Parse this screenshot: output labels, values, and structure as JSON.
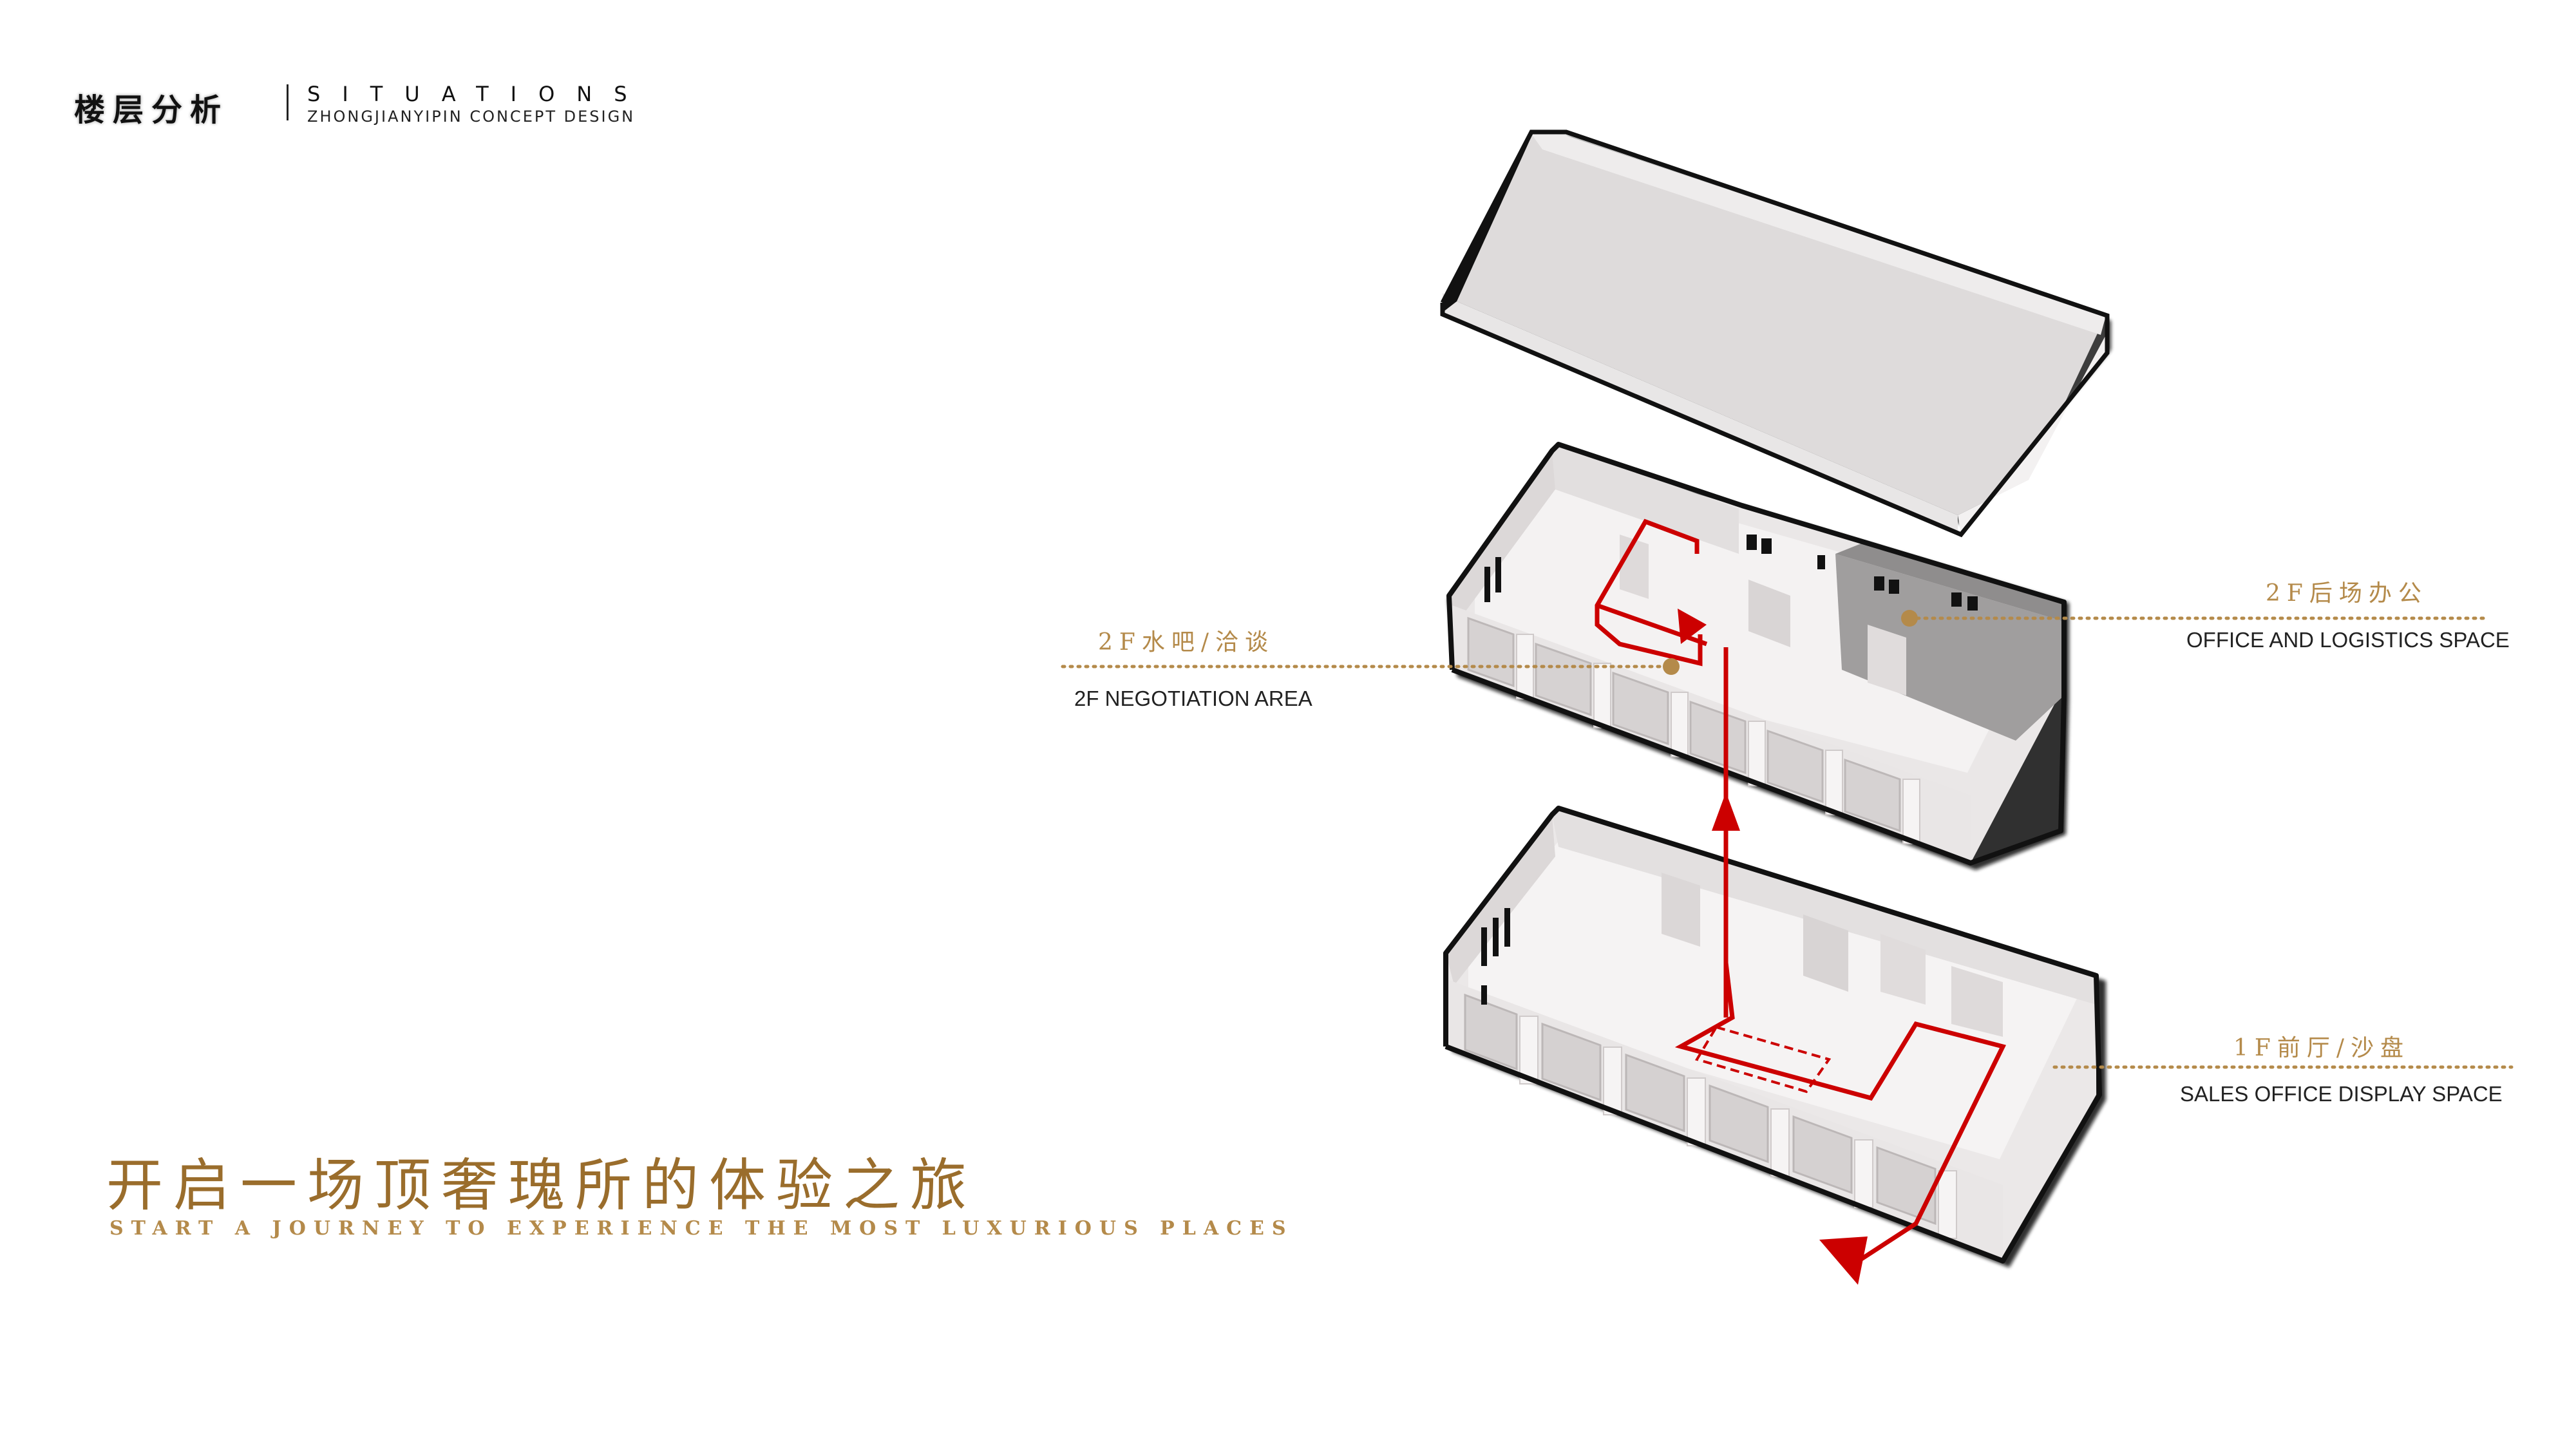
{
  "header": {
    "title_cn": "楼层分析",
    "title_en": "SITUATIONS",
    "subtitle": "ZHONGJIANYIPIN CONCEPT DESIGN"
  },
  "labels": {
    "f2_water_bar": {
      "cn": "2F水吧/洽谈",
      "en": "2F NEGOTIATION AREA"
    },
    "f2_office": {
      "cn": "2F后场办公",
      "en": "OFFICE AND LOGISTICS SPACE"
    },
    "f1_lobby": {
      "cn": "1F前厅/沙盘",
      "en": "SALES OFFICE DISPLAY SPACE"
    }
  },
  "footer": {
    "title_cn": "开启一场顶奢瑰所的体验之旅",
    "title_en": "START A JOURNEY TO EXPERIENCE THE MOST LUXURIOUS PLACES"
  },
  "colors": {
    "accent_gold": "#b48a4a",
    "title_gold": "#9a6d2c",
    "route_red": "#cc0000",
    "model_white": "#f3f1f1",
    "model_shade": "#dcd8d8",
    "office_gray": "#9c9a9a"
  }
}
